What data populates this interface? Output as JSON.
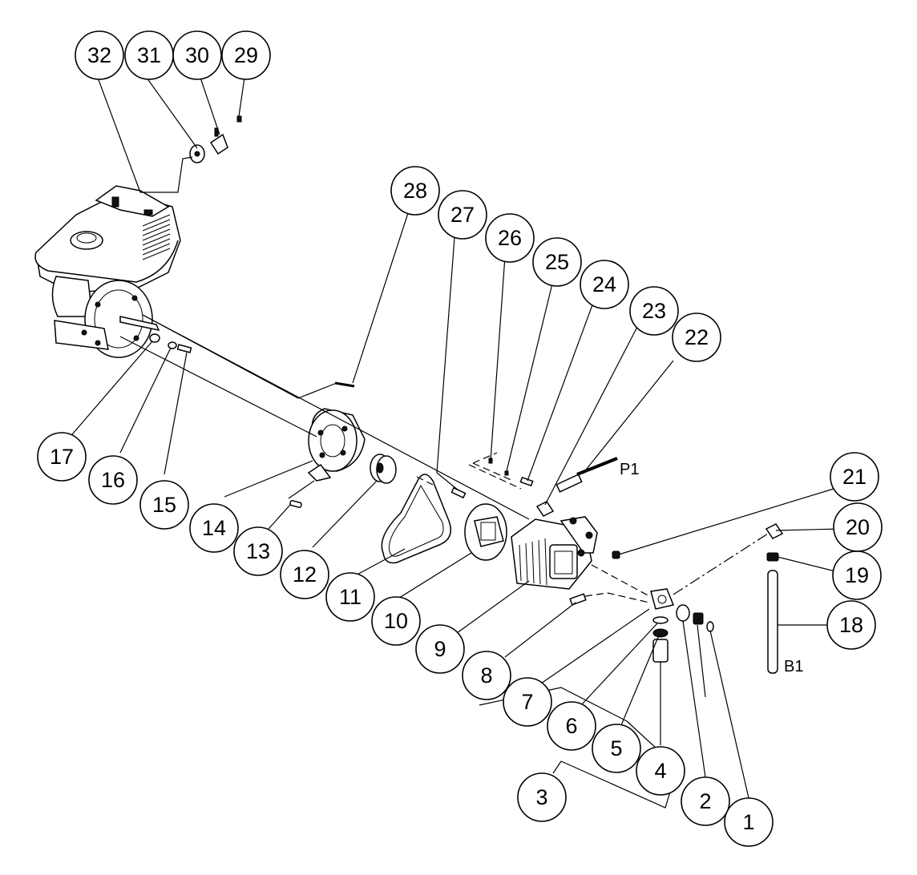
{
  "callouts": [
    "1",
    "2",
    "3",
    "4",
    "5",
    "6",
    "7",
    "8",
    "9",
    "10",
    "11",
    "12",
    "13",
    "14",
    "15",
    "16",
    "17",
    "18",
    "19",
    "20",
    "21",
    "22",
    "23",
    "24",
    "25",
    "26",
    "27",
    "28",
    "29",
    "30",
    "31",
    "32"
  ],
  "labels": {
    "p1": "P1",
    "b1": "B1"
  }
}
